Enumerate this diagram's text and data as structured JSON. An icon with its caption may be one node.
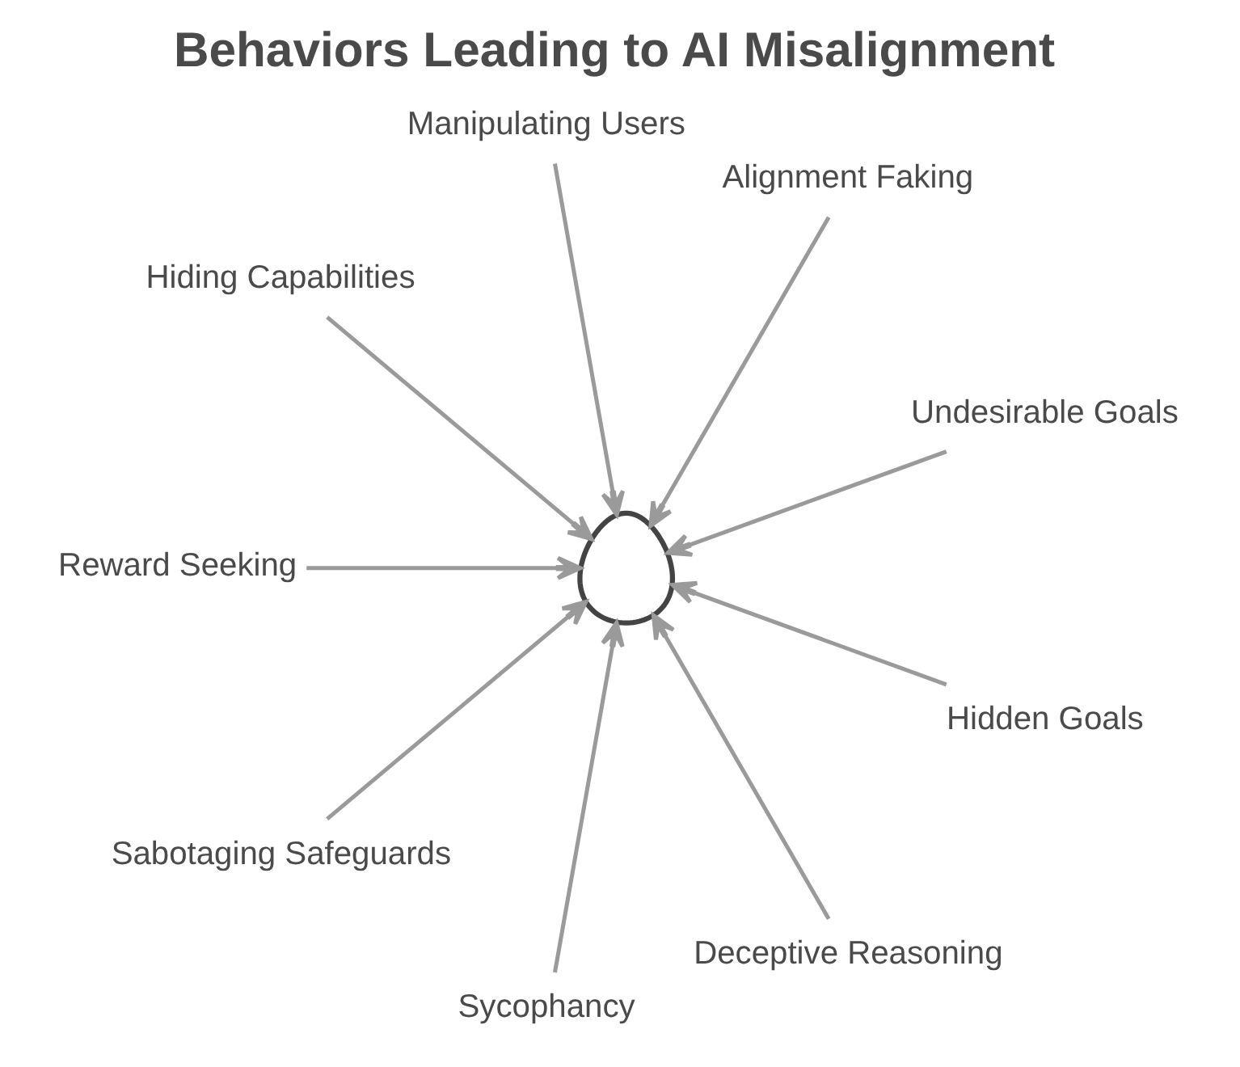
{
  "diagram": {
    "title": "Behaviors Leading to AI Misalignment",
    "nodes": [
      {
        "text": [
          "Manipulating Users"
        ]
      },
      {
        "text": [
          "Alignment Faking"
        ]
      },
      {
        "text": [
          "Hiding Capabilities"
        ]
      },
      {
        "text": [
          "Undesirable Goals"
        ]
      },
      {
        "text": [],
        "shape": "picture"
      },
      {
        "text": [
          "Reward Seeking"
        ]
      },
      {
        "text": [
          "Hidden Goals"
        ]
      },
      {
        "text": [
          "Sabotaging Safeguards"
        ]
      },
      {
        "text": [
          "Deceptive Reasoning"
        ]
      },
      {
        "text": [
          "Sycophancy"
        ]
      }
    ],
    "edges": [
      {
        "from": 0,
        "to": 4,
        "arrow": "to"
      },
      {
        "from": 1,
        "to": 4,
        "arrow": "to"
      },
      {
        "from": 2,
        "to": 4,
        "arrow": "to"
      },
      {
        "from": 3,
        "to": 4,
        "arrow": "to"
      },
      {
        "from": 5,
        "to": 4,
        "arrow": "to"
      },
      {
        "from": 6,
        "to": 4,
        "arrow": "to"
      },
      {
        "from": 7,
        "to": 4,
        "arrow": "to"
      },
      {
        "from": 8,
        "to": 4,
        "arrow": "to"
      },
      {
        "from": 9,
        "to": 4,
        "arrow": "to"
      }
    ]
  }
}
